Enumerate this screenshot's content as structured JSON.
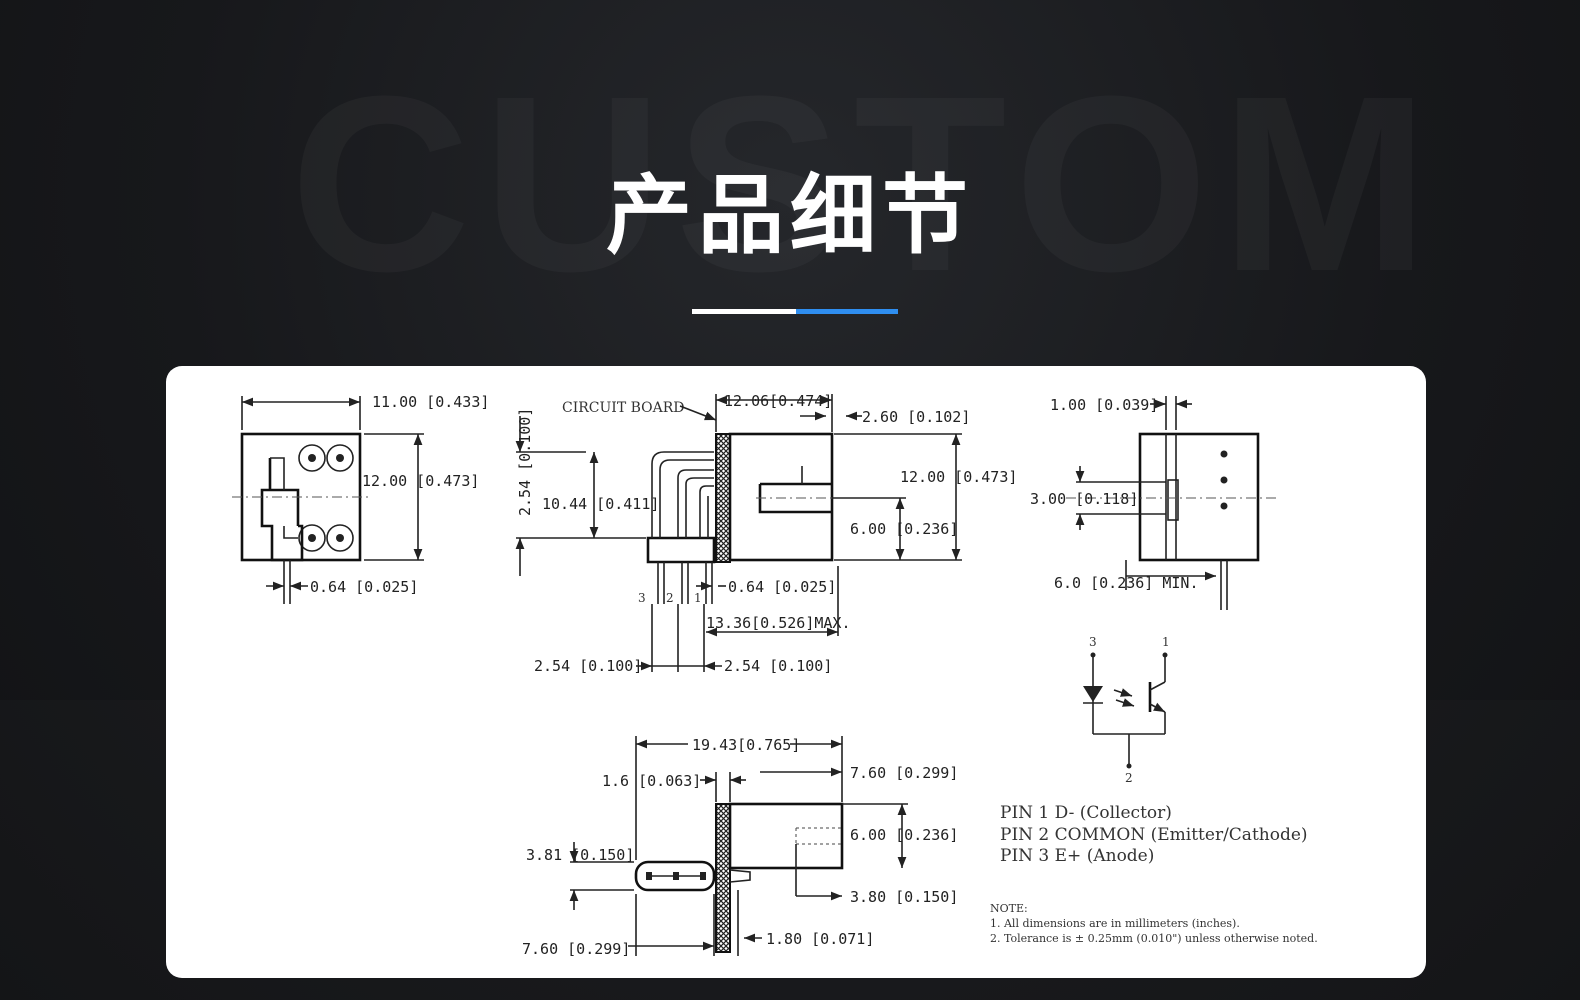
{
  "header": {
    "title": "产品细节",
    "watermark": "CUSTOM",
    "accent_color": "#2f8ef0"
  },
  "drawing": {
    "circuit_board_label": "CIRCUIT BOARD",
    "left_view": {
      "width": "11.00 [0.433]",
      "height": "12.00 [0.473]",
      "pin_width": "0.64 [0.025]"
    },
    "side_view": {
      "top_width": "12.06[0.474]",
      "slot_offset": "2.60 [0.102]",
      "overall_height": "12.00 [0.473]",
      "pin_pitch_vertical": "2.54 [0.100]",
      "board_height": "10.44 [0.411]",
      "slot_center": "6.00 [0.236]",
      "pin_width": "0.64 [0.025]",
      "max_length": "13.36[0.526]MAX.",
      "pitch_left": "2.54 [0.100]",
      "pitch_right": "2.54 [0.100]",
      "pin_numbers": [
        "3",
        "2",
        "1"
      ]
    },
    "right_view": {
      "slot_width": "1.00 [0.039]",
      "slot_height": "3.00 [0.118]",
      "pin_length": "6.0 [0.236] MIN."
    },
    "bottom_view": {
      "total_length": "19.43[0.765]",
      "board_thickness": "1.6 [0.063]",
      "arm_length": "7.60 [0.299]",
      "bar_height": "3.81 [0.150]",
      "slot_depth": "6.00 [0.236]",
      "slot_width": "3.80 [0.150]",
      "base_length": "7.60 [0.299]",
      "pin_offset": "1.80 [0.071]"
    },
    "schematic": {
      "pin_labels": [
        "3",
        "1",
        "2"
      ]
    },
    "pins": [
      "PIN 1 D- (Collector)",
      "PIN 2 COMMON (Emitter/Cathode)",
      "PIN 3 E+ (Anode)"
    ],
    "notes": {
      "heading": "NOTE:",
      "items": [
        "1. All dimensions are in millimeters (inches).",
        "2. Tolerance is ± 0.25mm (0.010\") unless otherwise noted."
      ]
    }
  }
}
